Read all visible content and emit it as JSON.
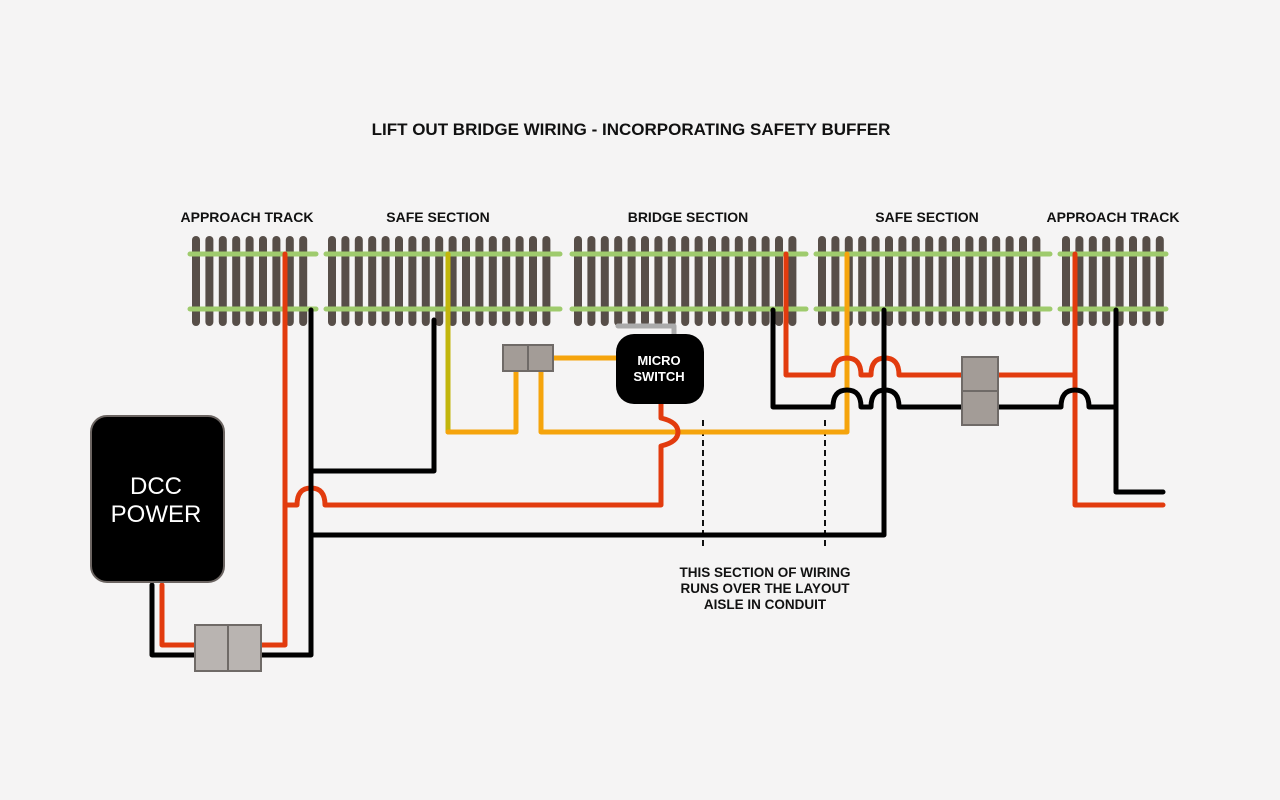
{
  "title": "LIFT OUT BRIDGE WIRING - INCORPORATING SAFETY BUFFER",
  "sections": [
    {
      "id": "approach-left",
      "label": "APPROACH TRACK",
      "sleepers": 9
    },
    {
      "id": "safe-left",
      "label": "SAFE SECTION",
      "sleepers": 17
    },
    {
      "id": "bridge",
      "label": "BRIDGE SECTION",
      "sleepers": 17
    },
    {
      "id": "safe-right",
      "label": "SAFE SECTION",
      "sleepers": 17
    },
    {
      "id": "approach-right",
      "label": "APPROACH TRACK",
      "sleepers": 8
    }
  ],
  "components": {
    "dcc_power": {
      "line1": "DCC",
      "line2": "POWER"
    },
    "micro_switch": {
      "line1": "MICRO",
      "line2": "SWITCH"
    }
  },
  "note": {
    "line1": "THIS SECTION OF WIRING",
    "line2": "RUNS OVER THE LAYOUT",
    "line3": "AISLE IN CONDUIT"
  },
  "colors": {
    "background": "#f5f4f4",
    "sleeper": "#574e48",
    "rail": "#9fcb6d",
    "wire_red": "#e23b0e",
    "wire_black": "#000000",
    "wire_orange": "#f5a40c",
    "wire_olive": "#c2b60c",
    "wire_grey": "#aaaaaa",
    "connector": "#a39c97",
    "box": "#000000"
  }
}
